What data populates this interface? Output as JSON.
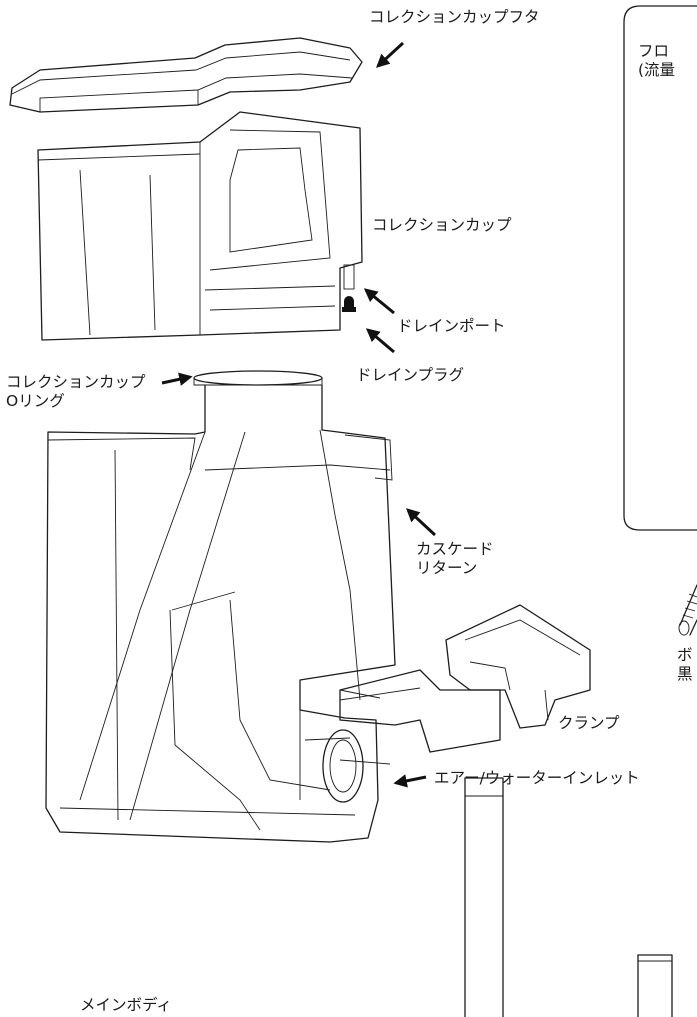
{
  "labels": {
    "collection_cup_lid": "コレクションカップフタ",
    "collection_cup": "コレクションカップ",
    "drain_port": "ドレインポート",
    "drain_plug": "ドレインプラグ",
    "oring_line1": "コレクションカップ",
    "oring_line2": "Oリング",
    "cascade_return_line1": "カスケード",
    "cascade_return_line2": "リターン",
    "clamp": "クランプ",
    "air_water_inlet": "エアー/ウォーターインレット",
    "main_body": "メインボディ",
    "flow_box_line1": "フロ",
    "flow_box_line2": "(流量",
    "bolt_line1": "ボ",
    "bolt_line2": "黒"
  }
}
